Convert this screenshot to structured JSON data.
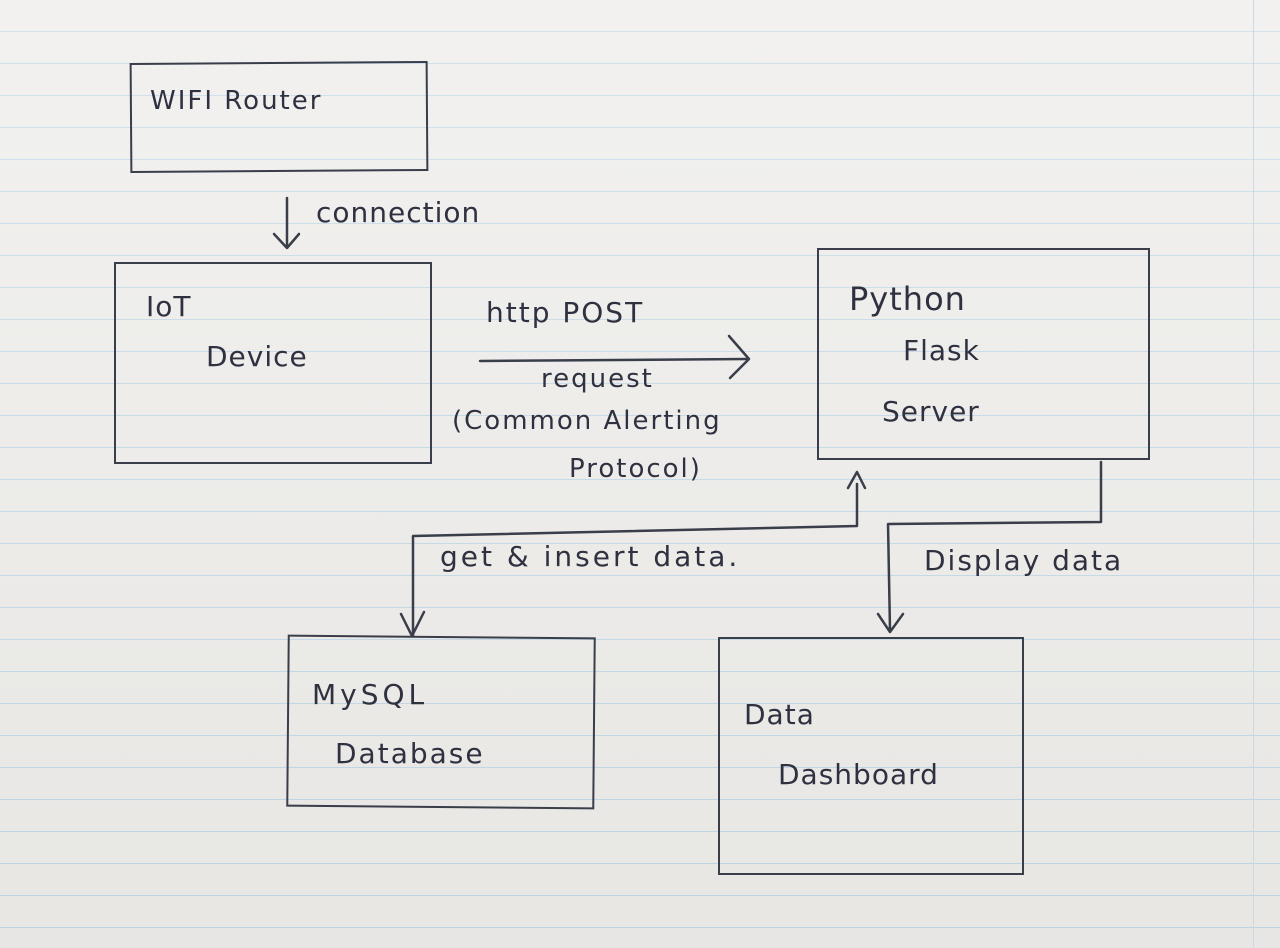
{
  "nodes": {
    "wifi_router": {
      "label": "WIFI Router"
    },
    "iot_device": {
      "line1": "IoT",
      "line2": "Device"
    },
    "flask_server": {
      "line1": "Python",
      "line2": "Flask",
      "line3": "Server"
    },
    "mysql_db": {
      "line1": "MySQL",
      "line2": "Database"
    },
    "dashboard": {
      "line1": "Data",
      "line2": "Dashboard"
    }
  },
  "edges": {
    "router_to_iot": {
      "label": "connection"
    },
    "iot_to_server": {
      "line1": "http POST",
      "line2": "request",
      "line3": "(Common Alerting",
      "line4": "Protocol)"
    },
    "server_db": {
      "label": "get & insert data."
    },
    "server_dashboard": {
      "label": "Display data"
    }
  },
  "colors": {
    "ink": "#2f3140",
    "paper": "#ebeae7",
    "rule_line": "#b9d3e4"
  }
}
